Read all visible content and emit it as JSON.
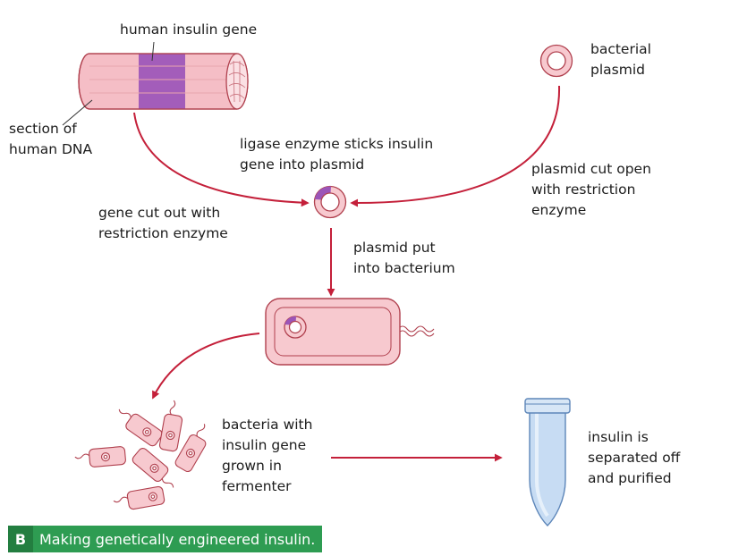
{
  "labels": {
    "human_insulin_gene": "human insulin gene",
    "section_of_dna": [
      "section of",
      "human DNA"
    ],
    "bacterial_plasmid": [
      "bacterial",
      "plasmid"
    ],
    "ligase": [
      "ligase enzyme sticks insulin",
      "gene into plasmid"
    ],
    "plasmid_cut": [
      "plasmid cut open",
      "with restriction",
      "enzyme"
    ],
    "gene_cut": [
      "gene cut out with",
      "restriction enzyme"
    ],
    "plasmid_put": [
      "plasmid put",
      "into bacterium"
    ],
    "bacteria_grown": [
      "bacteria with",
      "insulin gene",
      "grown in",
      "fermenter"
    ],
    "insulin_separated": [
      "insulin is",
      "separated off",
      "and purified"
    ]
  },
  "caption": {
    "letter": "B",
    "text": "Making genetically engineered insulin."
  },
  "colors": {
    "arrow": "#c4203a",
    "pink_fill": "#f7c9cf",
    "pink_stroke": "#b0404e",
    "purple_band": "#9b55b8",
    "tube_fill": "#c7dcf3",
    "tube_stroke": "#5d86b9",
    "caption_bg": "#2e9c52"
  }
}
